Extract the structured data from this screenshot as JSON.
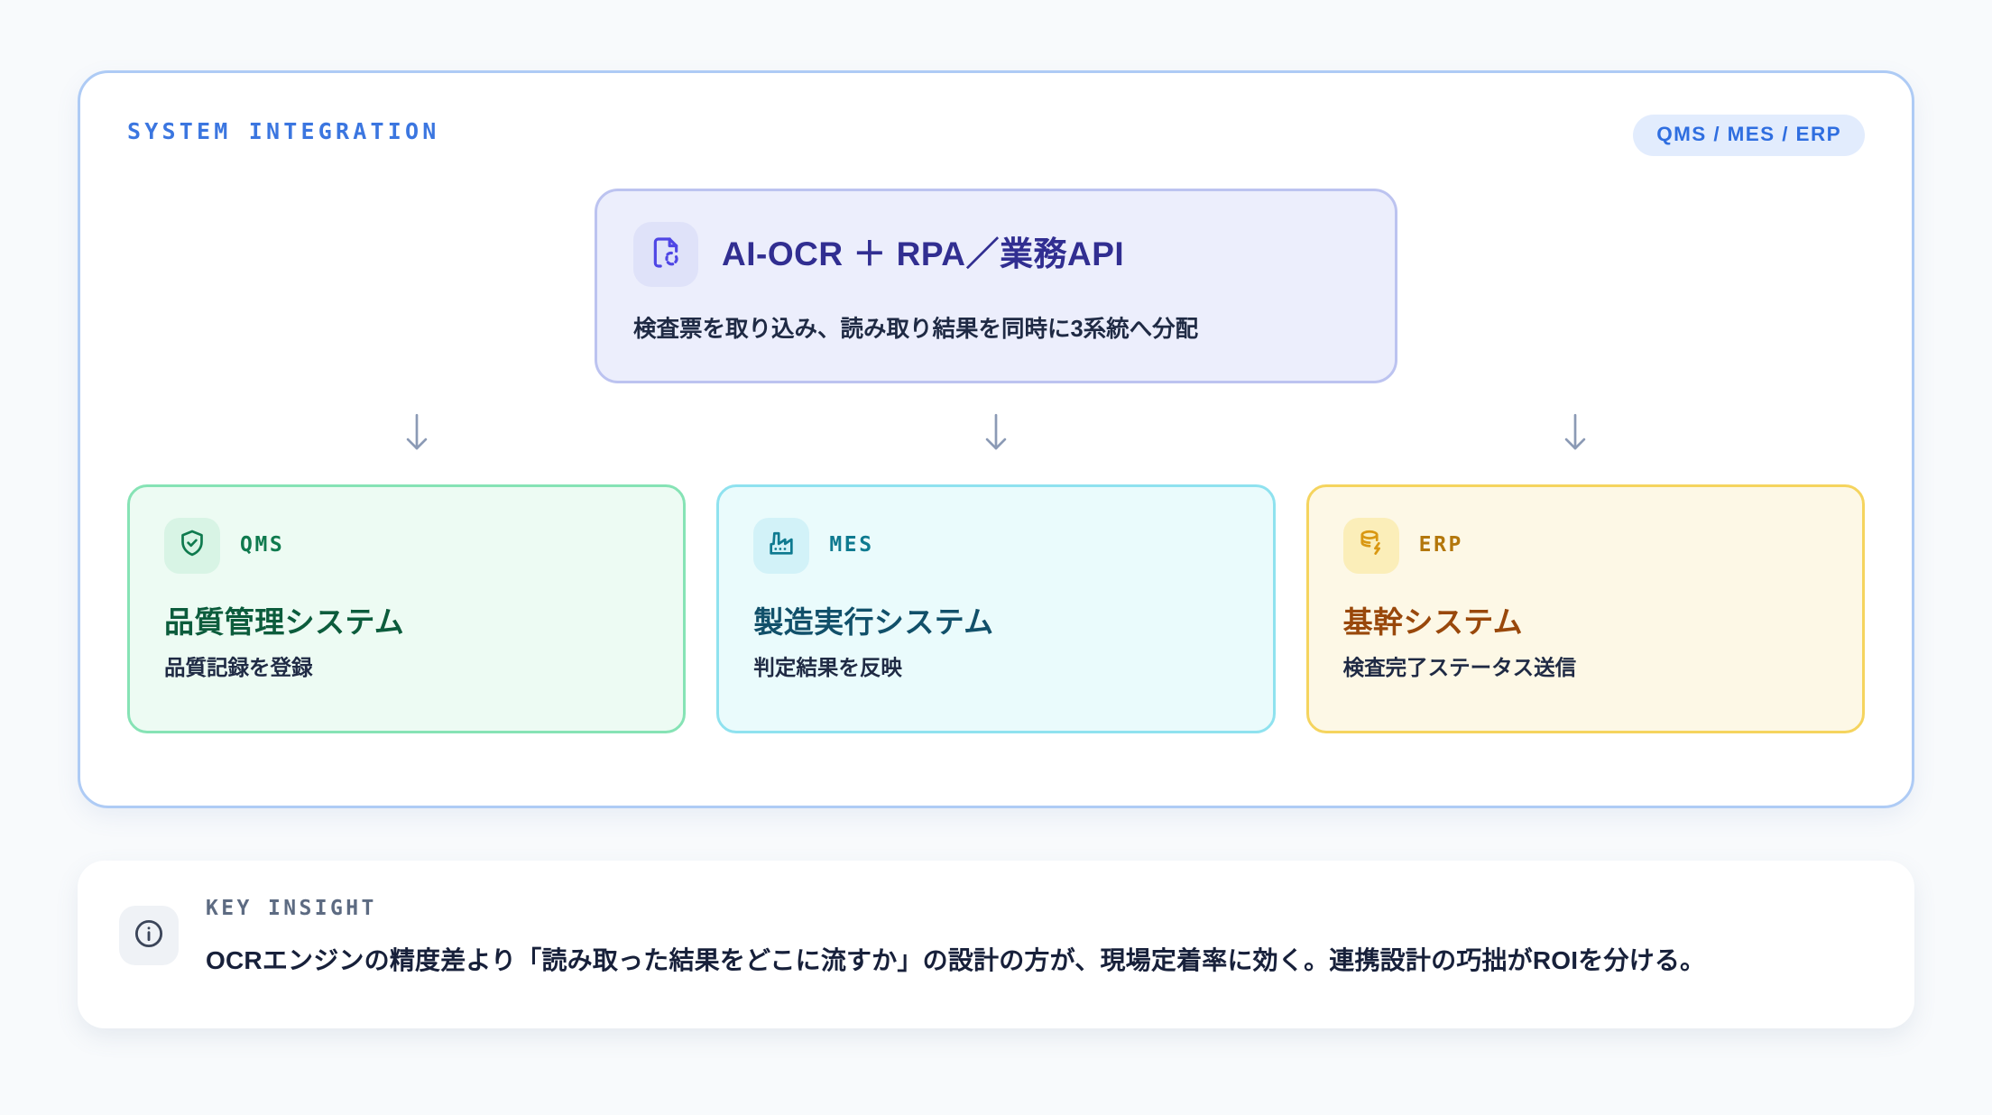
{
  "panel": {
    "eyebrow": "SYSTEM INTEGRATION",
    "scope_badge": "QMS / MES / ERP",
    "border_color": "#aecbf5"
  },
  "hub": {
    "icon": "document-scan-icon",
    "title": "AI-OCR ＋ RPA／業務API",
    "subtitle": "検査票を取り込み、読み取り結果を同時に3系統へ分配",
    "accent_color": "#312e91",
    "background": "#eceefc",
    "border_color": "#bcc3f0"
  },
  "flow": {
    "arrow_glyph": "↓",
    "arrow_count": 3,
    "arrow_color": "#8b9ab5"
  },
  "targets": [
    {
      "tag": "QMS",
      "icon": "shield-check-icon",
      "title": "品質管理システム",
      "subtitle": "品質記録を登録",
      "background": "#edfbf3",
      "border_color": "#86e3b5",
      "accent_color": "#0f7a4e"
    },
    {
      "tag": "MES",
      "icon": "factory-icon",
      "title": "製造実行システム",
      "subtitle": "判定結果を反映",
      "background": "#eafbfc",
      "border_color": "#8fe2ef",
      "accent_color": "#0e7a90"
    },
    {
      "tag": "ERP",
      "icon": "database-bolt-icon",
      "title": "基幹システム",
      "subtitle": "検査完了ステータス送信",
      "background": "#fdf8e6",
      "border_color": "#f5d45e",
      "accent_color": "#b3770c"
    }
  ],
  "insight": {
    "icon": "info-circle-icon",
    "eyebrow": "KEY INSIGHT",
    "text": "OCRエンジンの精度差より「読み取った結果をどこに流すか」の設計の方が、現場定着率に効く。連携設計の巧拙がROIを分ける。",
    "text_color": "#17203a"
  }
}
